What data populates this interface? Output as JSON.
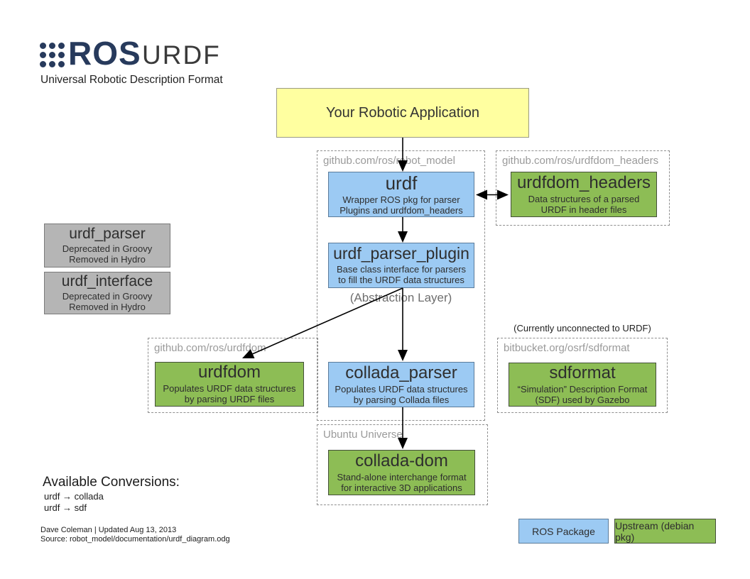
{
  "header": {
    "logo_text": "ROS",
    "title": "URDF",
    "subtitle": "Universal Robotic Description Format"
  },
  "app_box": {
    "label": "Your Robotic Application"
  },
  "containers": {
    "robot_model": {
      "label": "github.com/ros/robot_model"
    },
    "urdfdom_headers": {
      "label": "github.com/ros/urdfdom_headers"
    },
    "urdfdom": {
      "label": "github.com/ros/urdfdom"
    },
    "sdformat": {
      "label": "bitbucket.org/osrf/sdformat",
      "note": "(Currently unconnected to URDF)"
    },
    "ubuntu_universe": {
      "label": "Ubuntu Universe"
    }
  },
  "nodes": {
    "urdf": {
      "title": "urdf",
      "desc": "Wrapper ROS pkg for parser Plugins and urdfdom_headers",
      "type": "ros-package"
    },
    "urdfdom_headers": {
      "title": "urdfdom_headers",
      "desc": "Data structures of a parsed URDF in header files",
      "type": "upstream"
    },
    "urdf_parser": {
      "title": "urdf_parser",
      "desc": "Deprecated in Groovy Removed in Hydro",
      "type": "deprecated"
    },
    "urdf_interface": {
      "title": "urdf_interface",
      "desc": "Deprecated in Groovy Removed in Hydro",
      "type": "deprecated"
    },
    "urdf_parser_plugin": {
      "title": "urdf_parser_plugin",
      "desc": "Base class interface for parsers to fill the URDF data structures",
      "type": "ros-package"
    },
    "urdfdom": {
      "title": "urdfdom",
      "desc": "Populates URDF data structures by parsing URDF files",
      "type": "upstream"
    },
    "collada_parser": {
      "title": "collada_parser",
      "desc": "Populates URDF data structures by parsing Collada files",
      "type": "ros-package"
    },
    "sdformat": {
      "title": "sdformat",
      "desc": "“Simulation” Description Format (SDF) used by Gazebo",
      "type": "upstream"
    },
    "collada_dom": {
      "title": "collada-dom",
      "desc": "Stand-alone interchange format for interactive 3D applications",
      "type": "upstream"
    }
  },
  "annotations": {
    "abstraction_layer": "(Abstraction Layer)"
  },
  "conversions": {
    "title": "Available Conversions:",
    "items": [
      "urdf → collada",
      "urdf → sdf"
    ]
  },
  "footer": {
    "line1": "Dave Coleman | Updated Aug 13, 2013",
    "line2": "Source: robot_model/documentation/urdf_diagram.odg"
  },
  "legend": {
    "ros_package": "ROS Package",
    "upstream": "Upstream (debian pkg)"
  },
  "colors": {
    "ros_package_blue": "#9CCAF3",
    "upstream_green": "#8DBD55",
    "deprecated_gray": "#B5B5B5",
    "app_yellow": "#FFFFA0",
    "ros_logo_navy": "#273A5C"
  }
}
